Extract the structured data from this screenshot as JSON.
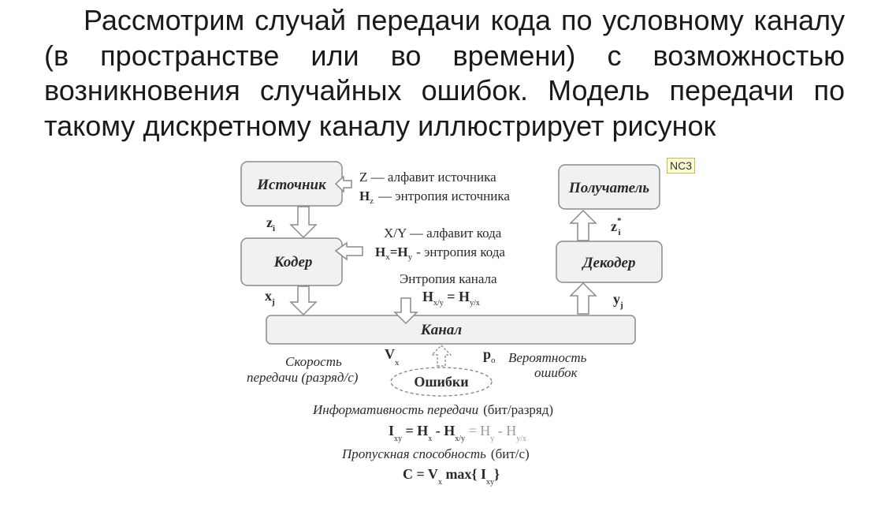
{
  "paragraph": "Рассмотрим случай передачи кода по условному каналу (в пространстве или во времени) с возможностью возникновения случайных ошибок. Модель передачи по такому дискретному каналу иллюстрирует рисунок",
  "comment_tag": "NC3",
  "boxes": {
    "source": "Источник",
    "coder": "Кодер",
    "channel": "Канал",
    "decoder": "Декодер",
    "receiver": "Получатель",
    "errors": "Ошибки"
  },
  "annotations": {
    "source_alphabet": "Z — алфавит источника",
    "source_entropy_sym": "H",
    "source_entropy_sub": "z",
    "source_entropy_text": "— энтропия источника",
    "code_alphabet": "X/Y — алфавит кода",
    "code_entropy_h1": "H",
    "code_entropy_sub1": "x",
    "code_entropy_eq": "=H",
    "code_entropy_sub2": "y",
    "code_entropy_text": "- энтропия кода",
    "channel_entropy_title": "Энтропия канала",
    "channel_entropy_h1": "H",
    "channel_entropy_sub1": "x/y",
    "channel_entropy_eq": " = H",
    "channel_entropy_sub2": "y/x",
    "zi": "z",
    "zi_sub": "i",
    "xj": "x",
    "xj_sub": "j",
    "yj": "y",
    "yj_sub": "j",
    "zstar": "z",
    "zstar_sup": "*",
    "zstar_sub": "i",
    "speed_line1": "Скорость",
    "speed_line2": "передачи (разряд/с)",
    "vx": "V",
    "vx_sub": "x",
    "po": "p",
    "po_sub": "o",
    "prob_line1": "Вероятность",
    "prob_line2": "ошибок"
  },
  "formulas": {
    "informativeness_title": "Информативность передачи",
    "informativeness_unit": "(бит/разряд)",
    "capacity_title": "Пропускная способность",
    "capacity_unit": "(бит/с)",
    "f1_I": "I",
    "f1_Isub": "xy",
    "f1_eq1": " = H",
    "f1_sub1": "x",
    "f1_minus1": " - H",
    "f1_sub2": "x/y",
    "f1_eq2": " = H",
    "f1_sub3": "y",
    "f1_minus2": " - H",
    "f1_sub4": "y/x",
    "f2_C": "C = V",
    "f2_sub1": "x",
    "f2_max": " max{ I",
    "f2_sub2": "xy",
    "f2_close": "}"
  }
}
